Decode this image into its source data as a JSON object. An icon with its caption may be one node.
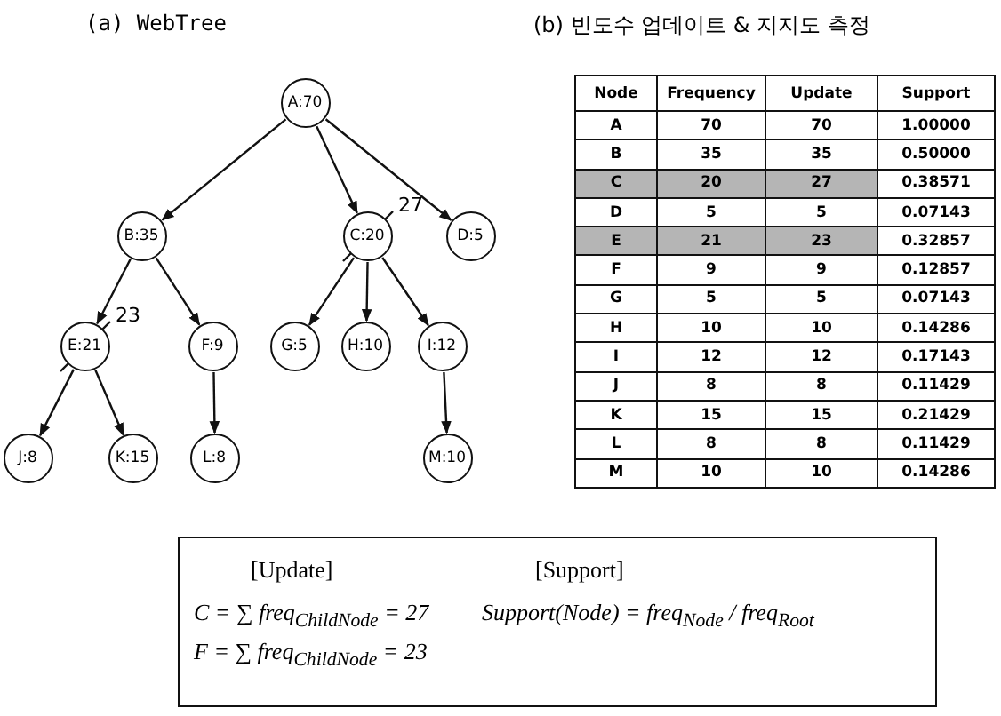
{
  "diagram": {
    "nodes": [
      {
        "text": [
          "A:70"
        ]
      },
      {
        "text": [
          "B:35"
        ]
      },
      {
        "text": [
          "C:20"
        ],
        "beside": [
          "27"
        ]
      },
      {
        "text": [
          "D:5"
        ]
      },
      {
        "text": [
          "E:21"
        ],
        "beside": [
          "23"
        ]
      },
      {
        "text": [
          "F:9"
        ]
      },
      {
        "text": [
          "G:5"
        ]
      },
      {
        "text": [
          "H:10"
        ]
      },
      {
        "text": [
          "I:12"
        ]
      },
      {
        "text": [
          "J:8"
        ]
      },
      {
        "text": [
          "K:15"
        ]
      },
      {
        "text": [
          "L:8"
        ]
      },
      {
        "text": [
          "M:10"
        ]
      },
      {
        "text": [
          "[Update]",
          "[Support]",
          "C = ∑ freq$_{ChildNode}$ = 27",
          "Support(Node) = freq$_{Node}$ / freq$_{Root}$",
          "F = ∑ freq$_{ChildNode}$ = 23"
        ]
      }
    ],
    "edges": [
      {
        "from": 0,
        "to": 1,
        "arrow": "to"
      },
      {
        "from": 0,
        "to": 2,
        "arrow": "to"
      },
      {
        "from": 0,
        "to": 3,
        "arrow": "to"
      },
      {
        "from": 1,
        "to": 4,
        "arrow": "to"
      },
      {
        "from": 1,
        "to": 5,
        "arrow": "to"
      },
      {
        "from": 2,
        "to": 6,
        "arrow": "to"
      },
      {
        "from": 2,
        "to": 7,
        "arrow": "to"
      },
      {
        "from": 2,
        "to": 8,
        "arrow": "to"
      },
      {
        "from": 4,
        "to": 9,
        "arrow": "to"
      },
      {
        "from": 4,
        "to": 10,
        "arrow": "to"
      },
      {
        "from": 5,
        "to": 11,
        "arrow": "to"
      },
      {
        "from": 8,
        "to": 12,
        "arrow": "to"
      }
    ],
    "labels": [
      "(a) WebTree",
      "(b) 빈도수 업데이트 & 지지도 측정",
      "Node",
      "Frequency",
      "Update",
      "Support",
      "A",
      "70",
      "70",
      "1.00000",
      "B",
      "35",
      "35",
      "0.50000",
      "C",
      "20",
      "27",
      "0.38571",
      "D",
      "5",
      "5",
      "0.07143",
      "E",
      "21",
      "23",
      "0.32857",
      "F",
      "9",
      "9",
      "0.12857",
      "G",
      "5",
      "5",
      "0.07143",
      "H",
      "10",
      "10",
      "0.14286",
      "I",
      "12",
      "12",
      "0.17143",
      "J",
      "8",
      "8",
      "0.11429",
      "K",
      "15",
      "15",
      "0.21429",
      "L",
      "8",
      "8",
      "0.11429",
      "M",
      "10",
      "10",
      "0.14286"
    ]
  }
}
